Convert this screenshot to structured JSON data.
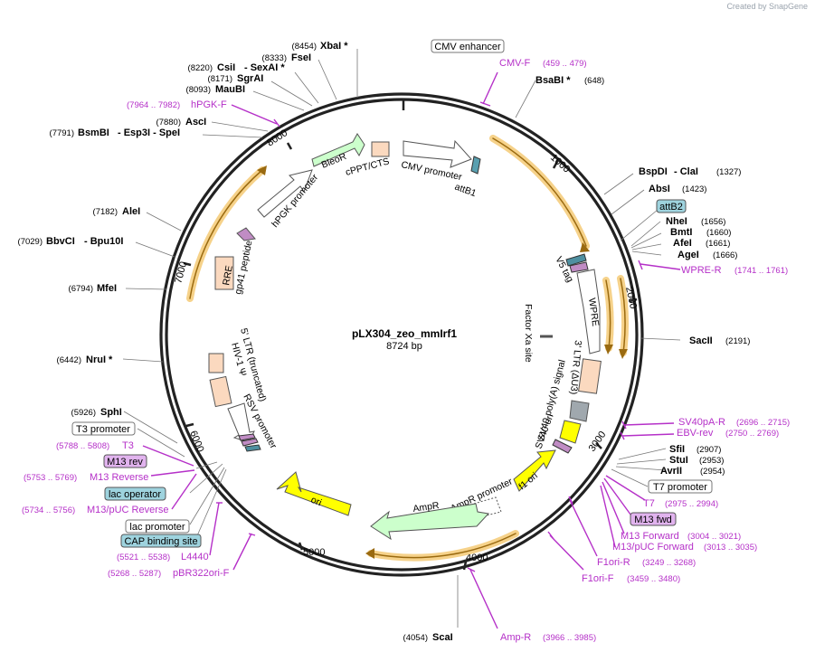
{
  "credit": "Created by SnapGene",
  "plasmid": {
    "name": "pLX304_zeo_mmIrf1",
    "size": "8724 bp"
  },
  "ticks": [
    "1000",
    "2000",
    "3000",
    "4000",
    "5000",
    "6000",
    "7000",
    "8000"
  ],
  "enzymes": [
    {
      "pos": "(8454)",
      "name": "XbaI *",
      "extra": ""
    },
    {
      "pos": "(8333)",
      "name": "FseI",
      "extra": ""
    },
    {
      "pos": "(8220)",
      "name": "CsiI",
      "extra": "- SexAI *"
    },
    {
      "pos": "(8171)",
      "name": "SgrAI",
      "extra": ""
    },
    {
      "pos": "(8093)",
      "name": "MauBI",
      "extra": ""
    },
    {
      "pos": "(7880)",
      "name": "AscI",
      "extra": ""
    },
    {
      "pos": "(7791)",
      "name": "BsmBI",
      "extra": "- Esp3I   - SpeI"
    },
    {
      "pos": "(7182)",
      "name": "AleI",
      "extra": ""
    },
    {
      "pos": "(7029)",
      "name": "BbvCI",
      "extra": "- Bpu10I"
    },
    {
      "pos": "(6794)",
      "name": "MfeI",
      "extra": ""
    },
    {
      "pos": "(6442)",
      "name": "NruI *",
      "extra": ""
    },
    {
      "pos": "(5926)",
      "name": "SphI",
      "extra": ""
    },
    {
      "pos": "(648)",
      "name": "BsaBI *",
      "extra": ""
    },
    {
      "pos": "(1327)",
      "name": "BspDI",
      "extra": "- ClaI"
    },
    {
      "pos": "(1423)",
      "name": "AbsI",
      "extra": ""
    },
    {
      "pos": "(1656)",
      "name": "NheI",
      "extra": ""
    },
    {
      "pos": "(1660)",
      "name": "BmtI",
      "extra": ""
    },
    {
      "pos": "(1661)",
      "name": "AfeI",
      "extra": ""
    },
    {
      "pos": "(1666)",
      "name": "AgeI",
      "extra": ""
    },
    {
      "pos": "(2191)",
      "name": "SacII",
      "extra": ""
    },
    {
      "pos": "(2907)",
      "name": "SfiI",
      "extra": ""
    },
    {
      "pos": "(2953)",
      "name": "StuI",
      "extra": ""
    },
    {
      "pos": "(2954)",
      "name": "AvrII",
      "extra": ""
    },
    {
      "pos": "(4054)",
      "name": "ScaI",
      "extra": ""
    }
  ],
  "primers": [
    {
      "name": "CMV-F",
      "range": "(459 .. 479)"
    },
    {
      "name": "hPGK-F",
      "range": "(7964 .. 7982)"
    },
    {
      "name": "WPRE-R",
      "range": "(1741 .. 1761)"
    },
    {
      "name": "SV40pA-R",
      "range": "(2696 .. 2715)"
    },
    {
      "name": "EBV-rev",
      "range": "(2750 .. 2769)"
    },
    {
      "name": "T7",
      "range": "(2975 .. 2994)"
    },
    {
      "name": "M13 Forward",
      "range": "(3004 .. 3021)"
    },
    {
      "name": "M13/pUC Forward",
      "range": "(3013 .. 3035)"
    },
    {
      "name": "F1ori-R",
      "range": "(3249 .. 3268)"
    },
    {
      "name": "F1ori-F",
      "range": "(3459 .. 3480)"
    },
    {
      "name": "Amp-R",
      "range": "(3966 .. 3985)"
    },
    {
      "name": "T3",
      "range": "(5788 .. 5808)"
    },
    {
      "name": "M13 Reverse",
      "range": "(5753 .. 5769)"
    },
    {
      "name": "M13/pUC Reverse",
      "range": "(5734 .. 5756)"
    },
    {
      "name": "L4440",
      "range": "(5521 .. 5538)"
    },
    {
      "name": "pBR322ori-F",
      "range": "(5268 .. 5287)"
    }
  ],
  "boxed_labels": {
    "cmv_enhancer": "CMV enhancer",
    "attB2": "attB2",
    "t7_promoter": "T7 promoter",
    "m13_fwd": "M13 fwd",
    "t3_promoter": "T3 promoter",
    "m13_rev": "M13 rev",
    "lac_operator": "lac operator",
    "lac_promoter": "lac promoter",
    "cap_binding_site": "CAP binding site"
  },
  "features": {
    "bleoR": "BleoR",
    "cppt": "cPPT/CTS",
    "cmv_promoter": "CMV promoter",
    "attB1": "attB1",
    "hpgk_promoter": "hPGK promoter",
    "gp41": "gp41 peptide",
    "rre": "RRE",
    "v5_tag": "V5 tag",
    "wpre": "WPRE",
    "factor_xa": "Factor Xa site",
    "ltr3": "3' LTR (ΔU3)",
    "sv40_polya": "SV40 poly(A) signal",
    "sv40_ori": "SV40 ori",
    "f1_ori": "f1 ori",
    "ampr_promoter": "AmpR promoter",
    "ampr": "AmpR",
    "ori": "ori",
    "ltr5": "5' LTR (truncated)",
    "hiv_psi": "HIV-1 Ψ",
    "rsv_promoter": "RSV promoter"
  },
  "colors": {
    "backbone": "#222222",
    "primer": "#b530c8",
    "orf_orange": "#f0b040",
    "ori_yellow": "#ffff00",
    "marker_green": "#ccffcc",
    "ltr_peach": "#fbd9bf",
    "box_blue": "#9ed3de",
    "box_purple": "#e1b3ee"
  }
}
